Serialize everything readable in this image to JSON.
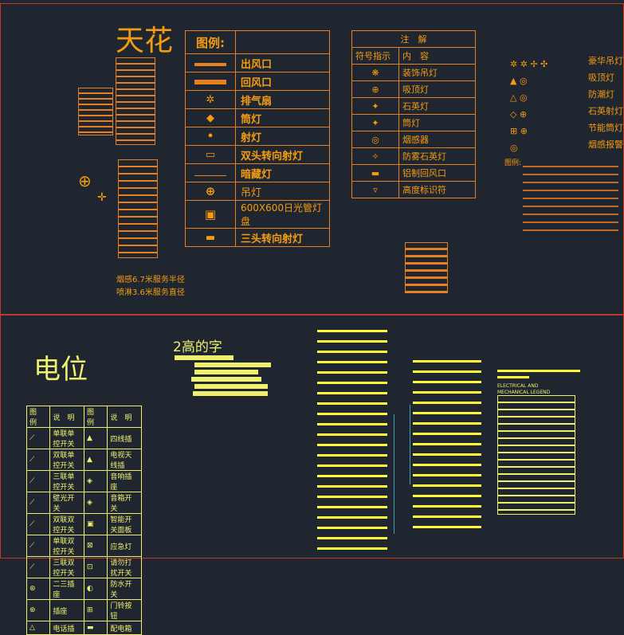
{
  "colors": {
    "bg": "#202630",
    "frame": "#c0392b",
    "orange": "#e67e22",
    "yellow": "#ffff33"
  },
  "ceiling": {
    "title": "天花",
    "legend_header": "图例:",
    "legend": [
      {
        "icon": "supply-vent-icon",
        "label": "出风口"
      },
      {
        "icon": "return-vent-icon",
        "label": "回风口"
      },
      {
        "icon": "exhaust-fan-icon",
        "label": "排气扇"
      },
      {
        "icon": "downlight-icon",
        "label": "筒灯"
      },
      {
        "icon": "spotlight-icon",
        "label": "射灯"
      },
      {
        "icon": "double-spotlight-icon",
        "label": "双头转向射灯"
      },
      {
        "icon": "hidden-light-icon",
        "label": "暗藏灯"
      },
      {
        "icon": "pendant-icon",
        "label": "吊灯"
      },
      {
        "icon": "grid-light-icon",
        "label": "600X600日光管灯盘"
      },
      {
        "icon": "triple-spotlight-icon",
        "label": "三头转向射灯"
      }
    ],
    "note_header": "注　解",
    "note_col1": "符号指示",
    "note_col2": "内　容",
    "notes": [
      "装饰吊灯",
      "吸顶灯",
      "石英灯",
      "筒灯",
      "烟感器",
      "防雾石英灯",
      "铝制回风口",
      "高度标识符"
    ],
    "right_labels": [
      "豪华吊灯",
      "吸顶灯",
      "防潮灯",
      "石英射灯",
      "节能筒灯",
      "烟感报警"
    ],
    "right_legend_title": "图例:",
    "detector_note_1": "烟感6.7米服务半径",
    "detector_note_2": "喷淋3.6米服务直径"
  },
  "electric": {
    "title": "电位",
    "subtitle": "2高的字",
    "table_header": [
      "图　例",
      "说　明",
      "图　例",
      "说　明"
    ],
    "table_rows": [
      [
        "单联单控开关",
        "四线插"
      ],
      [
        "双联单控开关",
        "电视天线插"
      ],
      [
        "三联单控开关",
        "音响插座"
      ],
      [
        "壁光开关",
        "音箱开关"
      ],
      [
        "双联双控开关",
        "智能开关面板"
      ],
      [
        "单联双控开关",
        "应急灯"
      ],
      [
        "三联双控开关",
        "请勿打扰开关"
      ],
      [
        "二三插座",
        "防水开关"
      ],
      [
        "插座",
        "门铃按钮"
      ],
      [
        "电话插",
        "配电箱"
      ]
    ],
    "legend_title_1": "ELECTRICAL AND",
    "legend_title_2": "MECHANICAL LEGEND"
  }
}
